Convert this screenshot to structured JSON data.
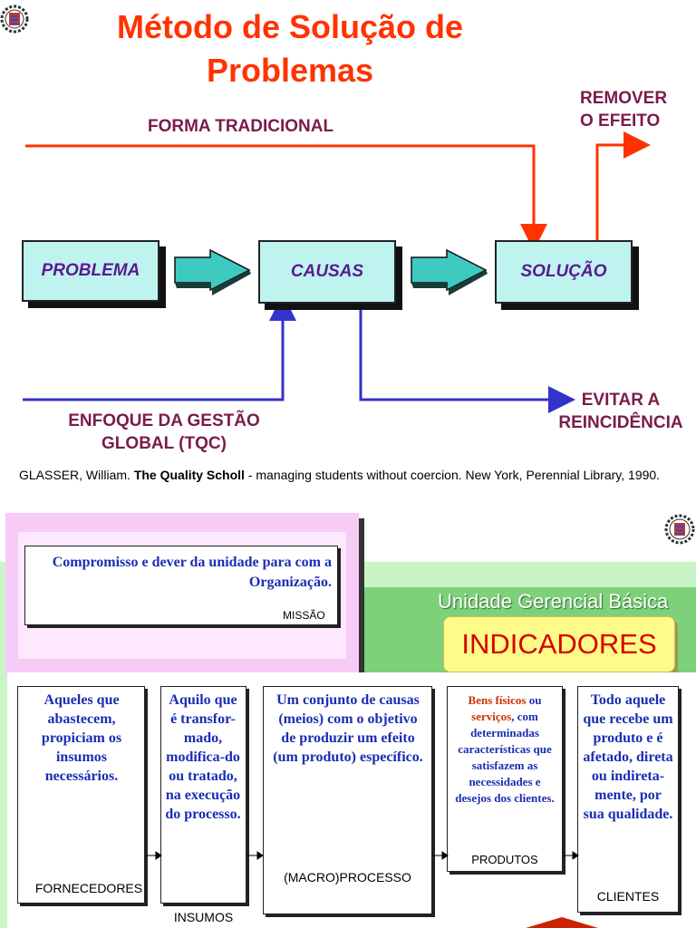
{
  "slide1": {
    "title_line1": "Método de Solução de",
    "title_line2": "Problemas",
    "forma_tradicional": "FORMA TRADICIONAL",
    "remover_line1": "REMOVER",
    "remover_line2": "O EFEITO",
    "box_problema": "PROBLEMA",
    "box_causas": "CAUSAS",
    "box_solucao": "SOLUÇÃO",
    "enfoque_line1": "ENFOQUE DA GESTÃO",
    "enfoque_line2": "GLOBAL (TQC)",
    "evitar_line1": "EVITAR A",
    "evitar_line2": "REINCIDÊNCIA",
    "reference_pre": "GLASSER, William. ",
    "reference_bold": "The Quality Scholl",
    "reference_post": " - managing students without coercion. New York, Perennial Library, 1990."
  },
  "slide2": {
    "mission_text": "Compromisso e dever da unidade para com a Organização.",
    "mission_label": "MISSÃO",
    "ugb_title": "Unidade Gerencial Básica",
    "indicadores": "INDICADORES",
    "fornecedores_text": "Aqueles que abastecem, propiciam os insumos necessários.",
    "fornecedores_label": "FORNECEDORES",
    "insumos_text": "Aquilo que é transfor-mado, modifica-do ou tratado, na execução do processo.",
    "insumos_label": "INSUMOS",
    "processo_text": "Um conjunto de causas (meios) com o objetivo de produzir um efeito (um produto) específico.",
    "processo_label": "(MACRO)PROCESSO",
    "produtos_bens": "Bens físicos",
    "produtos_ou": " ou",
    "produtos_servicos": "serviços",
    "produtos_rest": ", com determinadas características que satisfazem as necessidades e desejos dos clientes.",
    "produtos_label": "PRODUTOS",
    "clientes_text": "Todo aquele que recebe um produto e é afetado, direta ou indireta-mente, por sua qualidade.",
    "clientes_label": "CLIENTES"
  },
  "colors": {
    "title": "#ff3300",
    "box_fill": "#bff3f0",
    "box_text": "#5b1a8f",
    "label": "#7a1c4a",
    "red_line": "#ff3300",
    "blue_line": "#3333cc",
    "teal_arrow": "#3ec9c0",
    "body_text_blue": "#1b2db3",
    "indicator_red": "#d60000"
  }
}
